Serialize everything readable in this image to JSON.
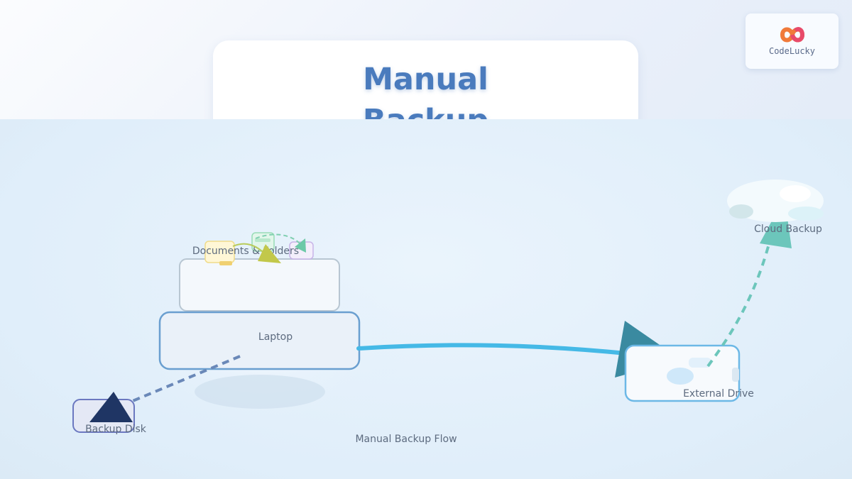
{
  "title": "Manual Backup Process",
  "logo": {
    "text": "CodeLucky"
  },
  "nodes": {
    "documents": "Documents & Folders",
    "laptop": "Laptop",
    "external": "External Drive",
    "cloud": "Cloud Backup",
    "disk": "Backup Disk"
  },
  "caption": "Manual Backup Flow",
  "colors": {
    "title": "#4a7bbd",
    "laptop_to_external": "#45b9e6",
    "external_to_cloud": "#6cc6bb",
    "laptop_to_disk": "#6a88b8",
    "external_arrowhead": "#3a8aa0",
    "disk_arrowhead": "#1f3564",
    "docs_arrowhead": "#c2c84a"
  }
}
